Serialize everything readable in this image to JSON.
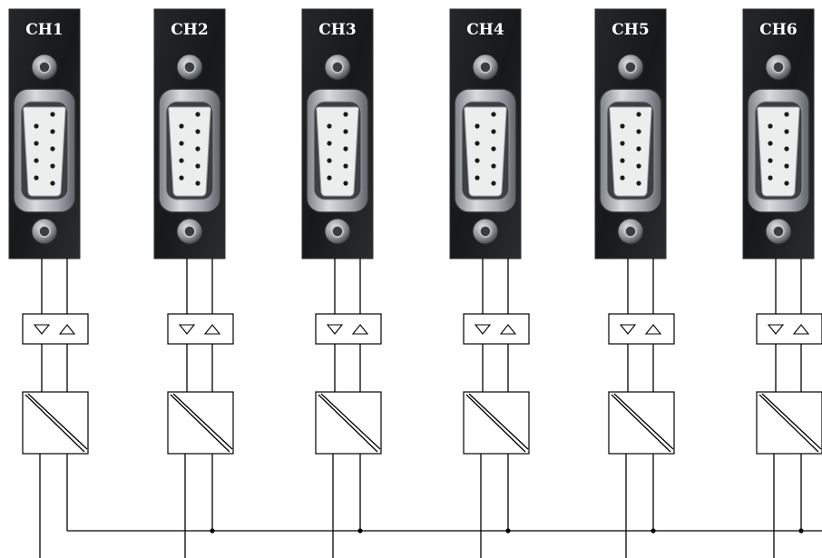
{
  "channels": [
    {
      "label": "CH1"
    },
    {
      "label": "CH2"
    },
    {
      "label": "CH3"
    },
    {
      "label": "CH4"
    },
    {
      "label": "CH5"
    },
    {
      "label": "CH6"
    }
  ],
  "colors": {
    "panel": "#1b1c1d",
    "panel_edge": "#2e3032",
    "connector_metal": "#b9bcbf",
    "connector_face": "#eceeed",
    "pin": "#1a1a1a",
    "wire": "#000000"
  },
  "icons": {
    "connector": "db9-serial-port",
    "screw": "hex-standoff-screw",
    "transceiver": "bidirectional-triangle-driver",
    "isolator": "galvanic-isolation-block"
  }
}
